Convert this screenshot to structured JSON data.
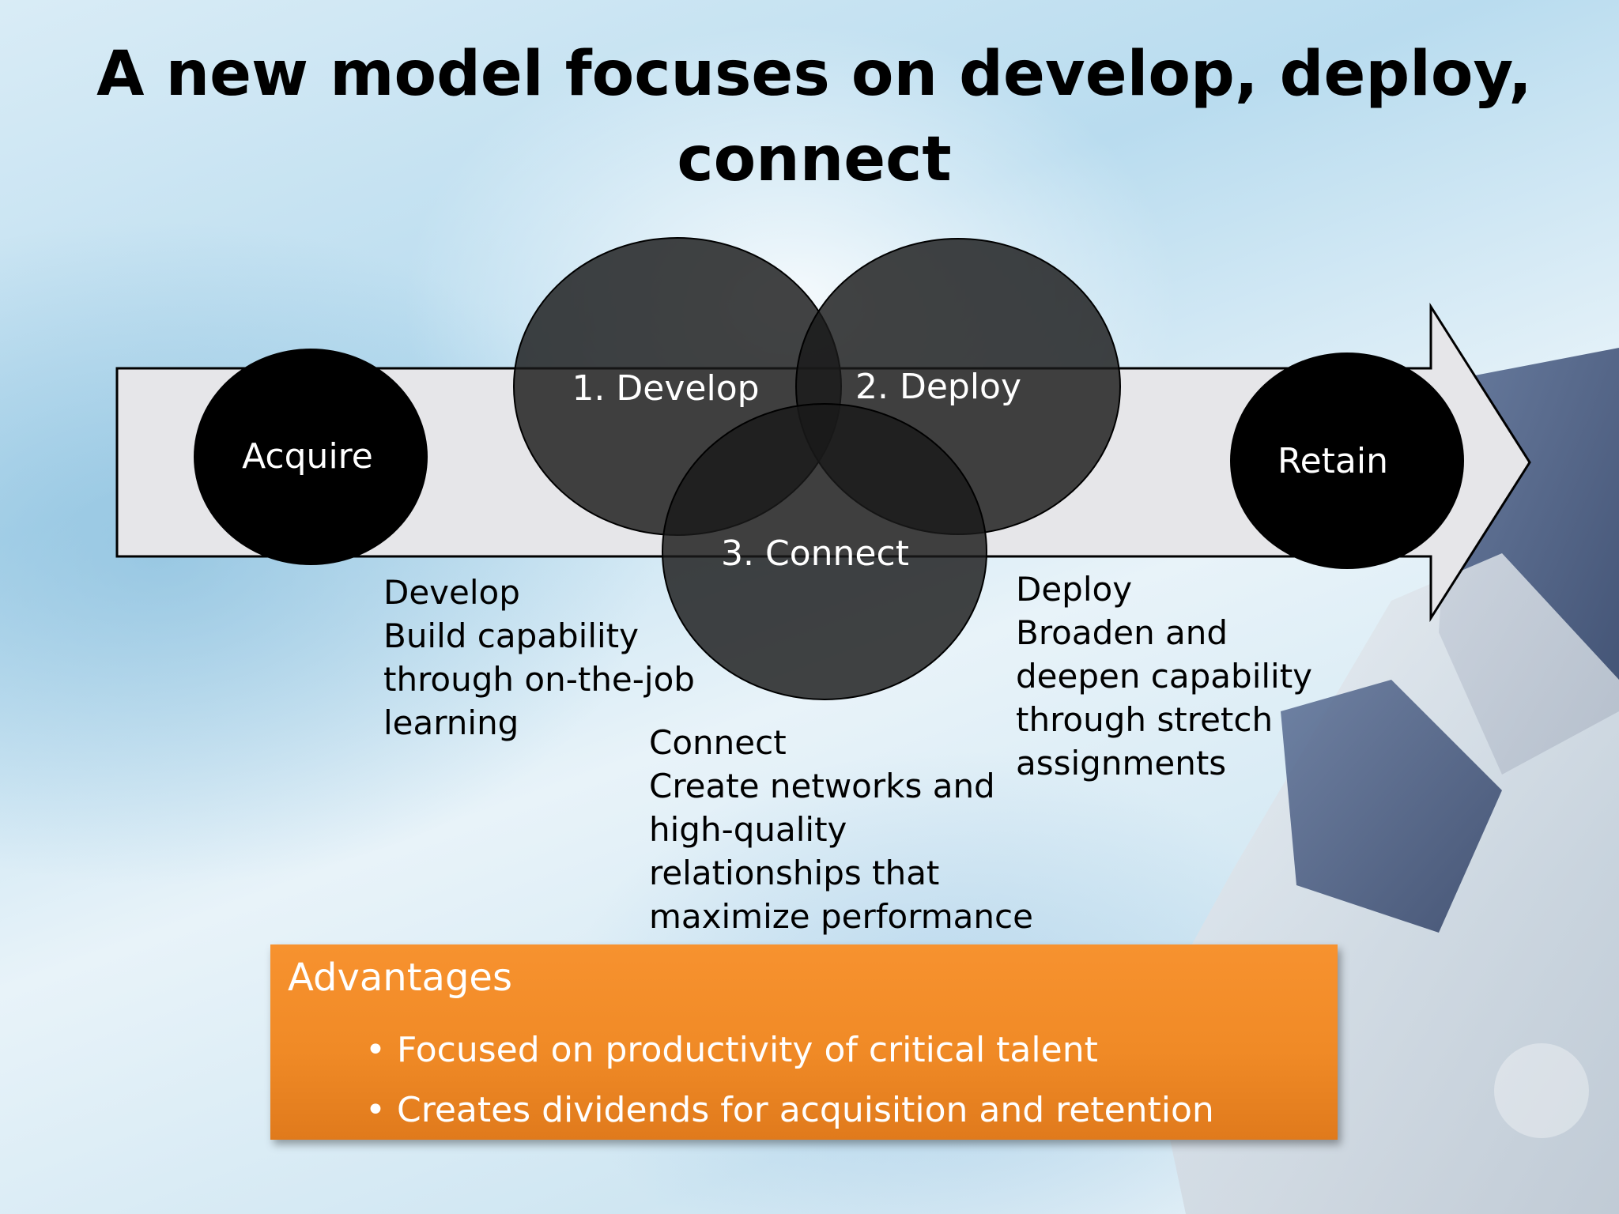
{
  "slide": {
    "title": "A new model focuses on develop, deploy,\nconnect"
  },
  "diagram": {
    "acquire": "Acquire",
    "develop": "1. Develop",
    "deploy": "2. Deploy",
    "connect": "3. Connect",
    "retain": "Retain"
  },
  "notes": {
    "develop": "Develop\nBuild capability\nthrough on-the-job\nlearning",
    "connect": "Connect\n Create networks and\nhigh-quality\nrelationships that\nmaximize performance",
    "deploy": "Deploy\nBroaden and\ndeepen capability\nthrough stretch\nassignments"
  },
  "advantages": {
    "title": "Advantages",
    "items": [
      "Focused on productivity of critical talent",
      "Creates dividends for acquisition and retention"
    ]
  },
  "colors": {
    "accent": "#f08a26",
    "circle_fill": "#1a1a1a",
    "arrow_fill": "#e6e6e9"
  }
}
